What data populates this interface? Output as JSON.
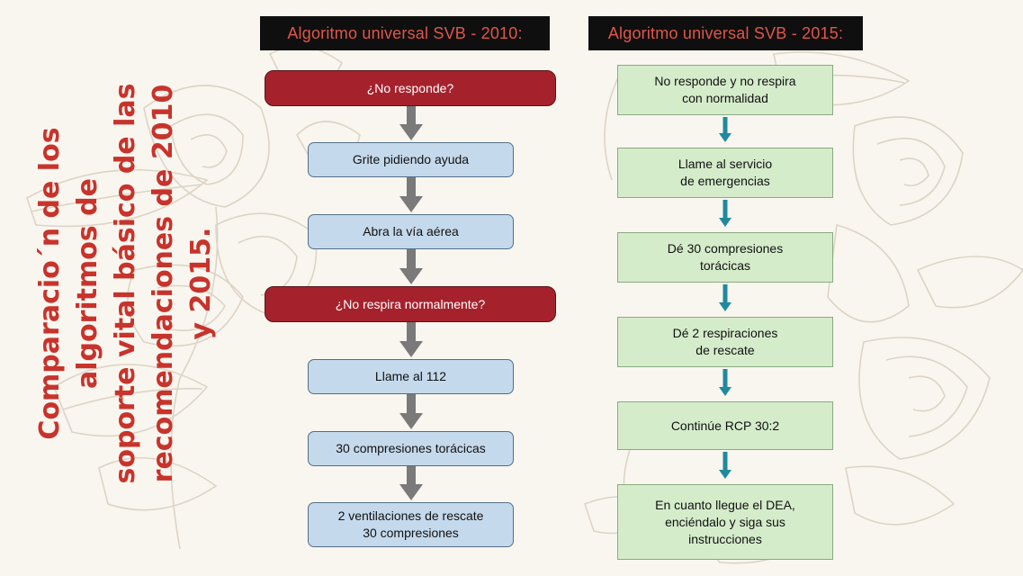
{
  "side_title": {
    "line1": "Comparacio´n de los algoritmos de",
    "line2": "soporte vital básico de las",
    "line3": "recomendaciones de 2010 y 2015."
  },
  "flow_2010": {
    "header": "Algoritmo universal SVB - 2010:",
    "steps": [
      "¿No responde?",
      "Grite pidiendo ayuda",
      "Abra la vía aérea",
      "¿No respira normalmente?",
      "Llame al 112",
      "30 compresiones torácicas",
      "2 ventilaciones de rescate\n30 compresiones"
    ]
  },
  "flow_2015": {
    "header": "Algoritmo universal SVB - 2015:",
    "steps": [
      "No responde y no respira\ncon normalidad",
      "Llame al servicio\nde emergencias",
      "Dé 30 compresiones\ntorácicas",
      "Dé 2 respiraciones\nde rescate",
      "Continúe RCP 30:2",
      "En cuanto llegue el DEA,\nenciéndalo y siga sus\ninstrucciones"
    ]
  },
  "colors": {
    "title_red": "#c8332b",
    "header_bg": "#0f0f0f",
    "header_text": "#e0564a",
    "decision_red": "#a5222d",
    "action_blue": "#c5d9ec",
    "step_green": "#d5eccb",
    "arrow_gray": "#7a7a7a",
    "arrow_teal": "#1f8a9e"
  },
  "background": "floral line-art illustration"
}
